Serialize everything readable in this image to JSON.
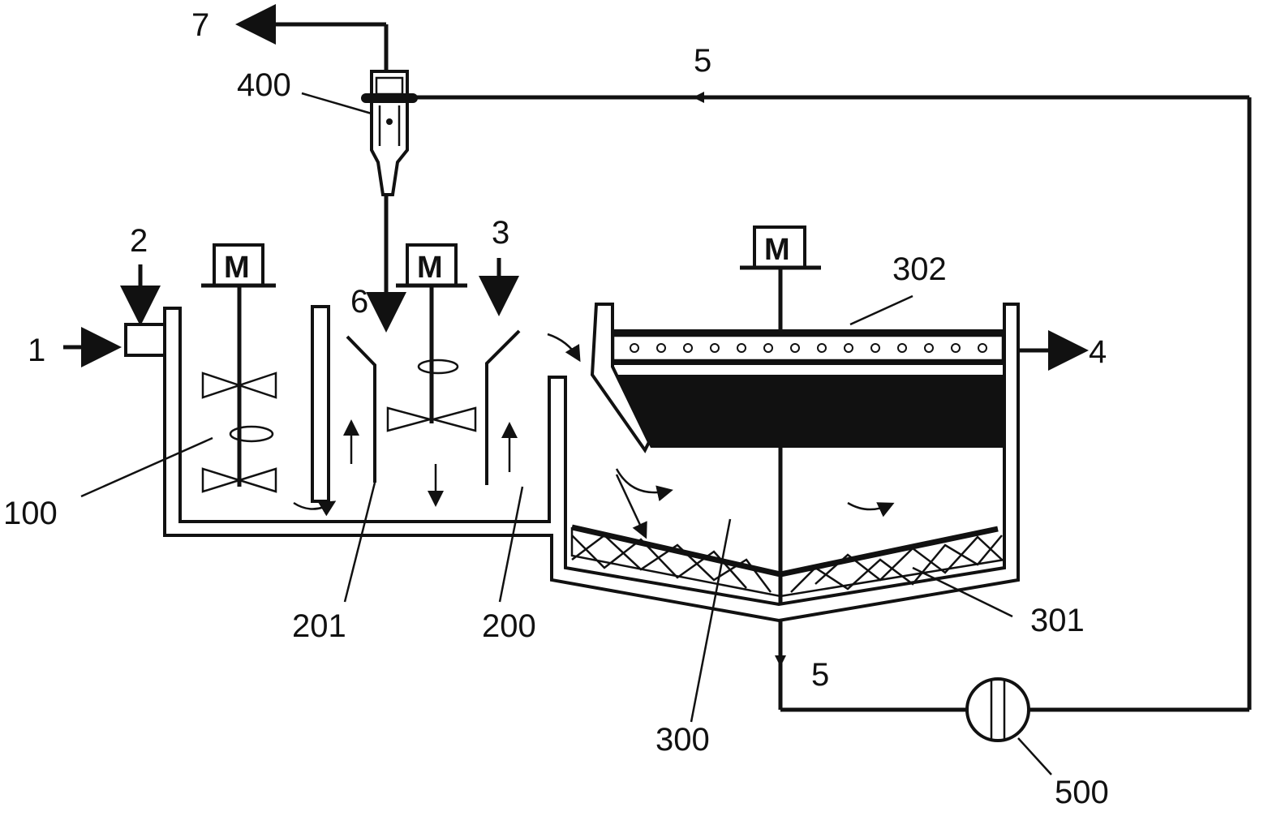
{
  "labels": {
    "l1": "1",
    "l2": "2",
    "l3": "3",
    "l4": "4",
    "l5_top": "5",
    "l5_bottom": "5",
    "l6": "6",
    "l7": "7",
    "l100": "100",
    "l200": "200",
    "l201": "201",
    "l300": "300",
    "l301": "301",
    "l302": "302",
    "l400": "400",
    "l500": "500"
  },
  "motors": {
    "m1": "M",
    "m2": "M",
    "m3": "M"
  },
  "colors": {
    "line": "#111111",
    "background": "#ffffff"
  }
}
